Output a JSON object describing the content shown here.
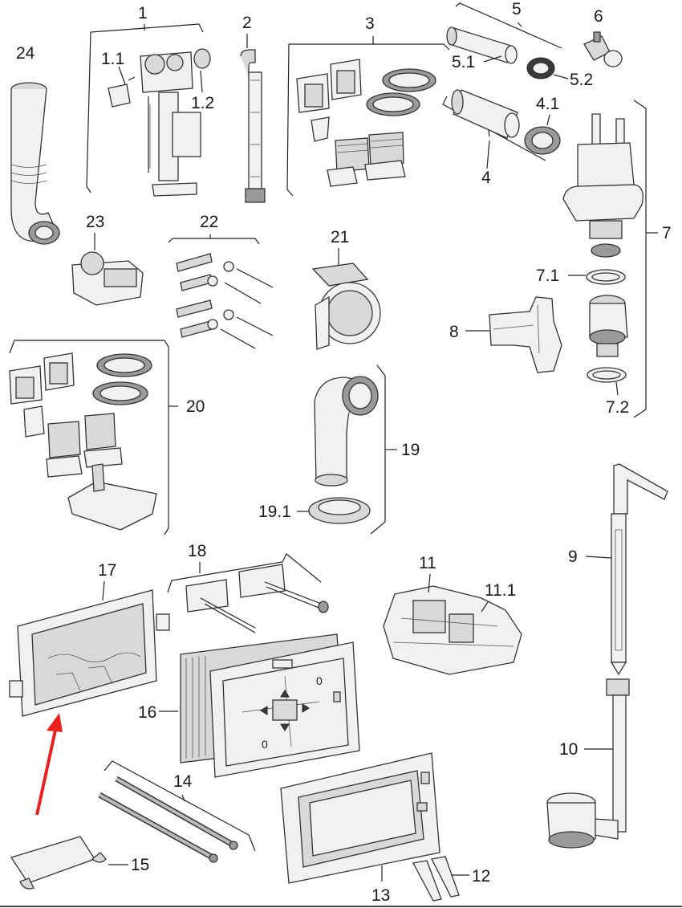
{
  "labels": {
    "l1": "1",
    "l1_1": "1.1",
    "l1_2": "1.2",
    "l2": "2",
    "l3": "3",
    "l4": "4",
    "l4_1": "4.1",
    "l5": "5",
    "l5_1": "5.1",
    "l5_2": "5.2",
    "l6": "6",
    "l7": "7",
    "l7_1": "7.1",
    "l7_2": "7.2",
    "l8": "8",
    "l9": "9",
    "l10": "10",
    "l11": "11",
    "l11_1": "11.1",
    "l12": "12",
    "l13": "13",
    "l14": "14",
    "l15": "15",
    "l16": "16",
    "l17": "17",
    "l18": "18",
    "l19": "19",
    "l19_1": "19.1",
    "l20": "20",
    "l21": "21",
    "l22": "22",
    "l23": "23",
    "l24": "24"
  },
  "dims": {
    "zero_top": "0",
    "zero_bottom": "0"
  },
  "colors": {
    "arrow": "#e8231f",
    "line": "#222222",
    "part_fill": "#f1f1f1"
  },
  "icons": {
    "pointer": "red-arrow"
  }
}
